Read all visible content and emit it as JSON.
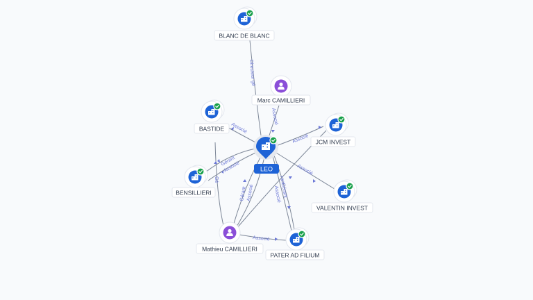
{
  "center": {
    "label": "LEO",
    "icon": "building-icon",
    "verified": true
  },
  "nodes": [
    {
      "id": "blanc",
      "label": "BLANC DE BLANC",
      "type": "company",
      "icon": "building-icon",
      "verified": true
    },
    {
      "id": "marc",
      "label": "Marc CAMILLIERI",
      "type": "person",
      "icon": "person-icon",
      "verified": false
    },
    {
      "id": "bastide",
      "label": "BASTIDE",
      "type": "company",
      "icon": "building-icon",
      "verified": true
    },
    {
      "id": "jcm",
      "label": "JCM INVEST",
      "type": "company",
      "icon": "building-icon",
      "verified": true
    },
    {
      "id": "bensillieri",
      "label": "BENSILLIERI",
      "type": "company",
      "icon": "building-icon",
      "verified": true
    },
    {
      "id": "valentin",
      "label": "VALENTIN INVEST",
      "type": "company",
      "icon": "building-icon",
      "verified": true
    },
    {
      "id": "mathieu",
      "label": "Mathieu CAMILLIERI",
      "type": "person",
      "icon": "person-icon",
      "verified": false
    },
    {
      "id": "pater",
      "label": "PATER AD FILIUM",
      "type": "company",
      "icon": "building-icon",
      "verified": true
    }
  ],
  "edges": [
    {
      "id": "e-blanc",
      "label": "Directeur gé"
    },
    {
      "id": "e-marc",
      "label": "Associé"
    },
    {
      "id": "e-bastide",
      "label": "Associé"
    },
    {
      "id": "e-jcm",
      "label": "Associé"
    },
    {
      "id": "e-valentin",
      "label": "Associé"
    },
    {
      "id": "e-bens-1",
      "label": "Gérant"
    },
    {
      "id": "e-bens-2",
      "label": "Associé"
    },
    {
      "id": "e-math-1",
      "label": "Gérant"
    },
    {
      "id": "e-math-2",
      "label": "Associé"
    },
    {
      "id": "e-pater-1",
      "label": "Gérant"
    },
    {
      "id": "e-pater-2",
      "label": "Associé"
    },
    {
      "id": "e-math-pater",
      "label": "Associé"
    },
    {
      "id": "e-math-bens",
      "label": "Gé"
    },
    {
      "id": "e-pater-top",
      "label": "rant"
    }
  ]
}
